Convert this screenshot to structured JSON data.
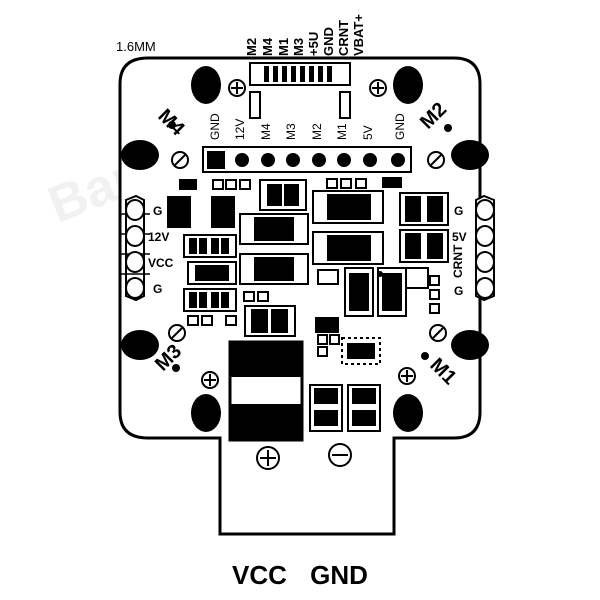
{
  "thickness_label": "1.6MM",
  "top_labels": [
    "M2",
    "M4",
    "M1",
    "M3",
    "+5U",
    "GND",
    "CRNT",
    "VBAT+"
  ],
  "header_labels": [
    "GND",
    "12V",
    "M4",
    "M3",
    "M2",
    "M1",
    "5V",
    "GND"
  ],
  "motor_labels": {
    "m4": "M4",
    "m2": "M2",
    "m3": "M3",
    "m1": "M1"
  },
  "left_pads": [
    "G",
    "12V",
    "VCC",
    "G"
  ],
  "right_pads": [
    "G",
    "5V",
    "CRNT",
    "G"
  ],
  "bottom_labels": {
    "vcc": "VCC",
    "gnd": "GND"
  },
  "watermark": "Banggood",
  "colors": {
    "ink": "#000000",
    "paper": "#ffffff"
  }
}
